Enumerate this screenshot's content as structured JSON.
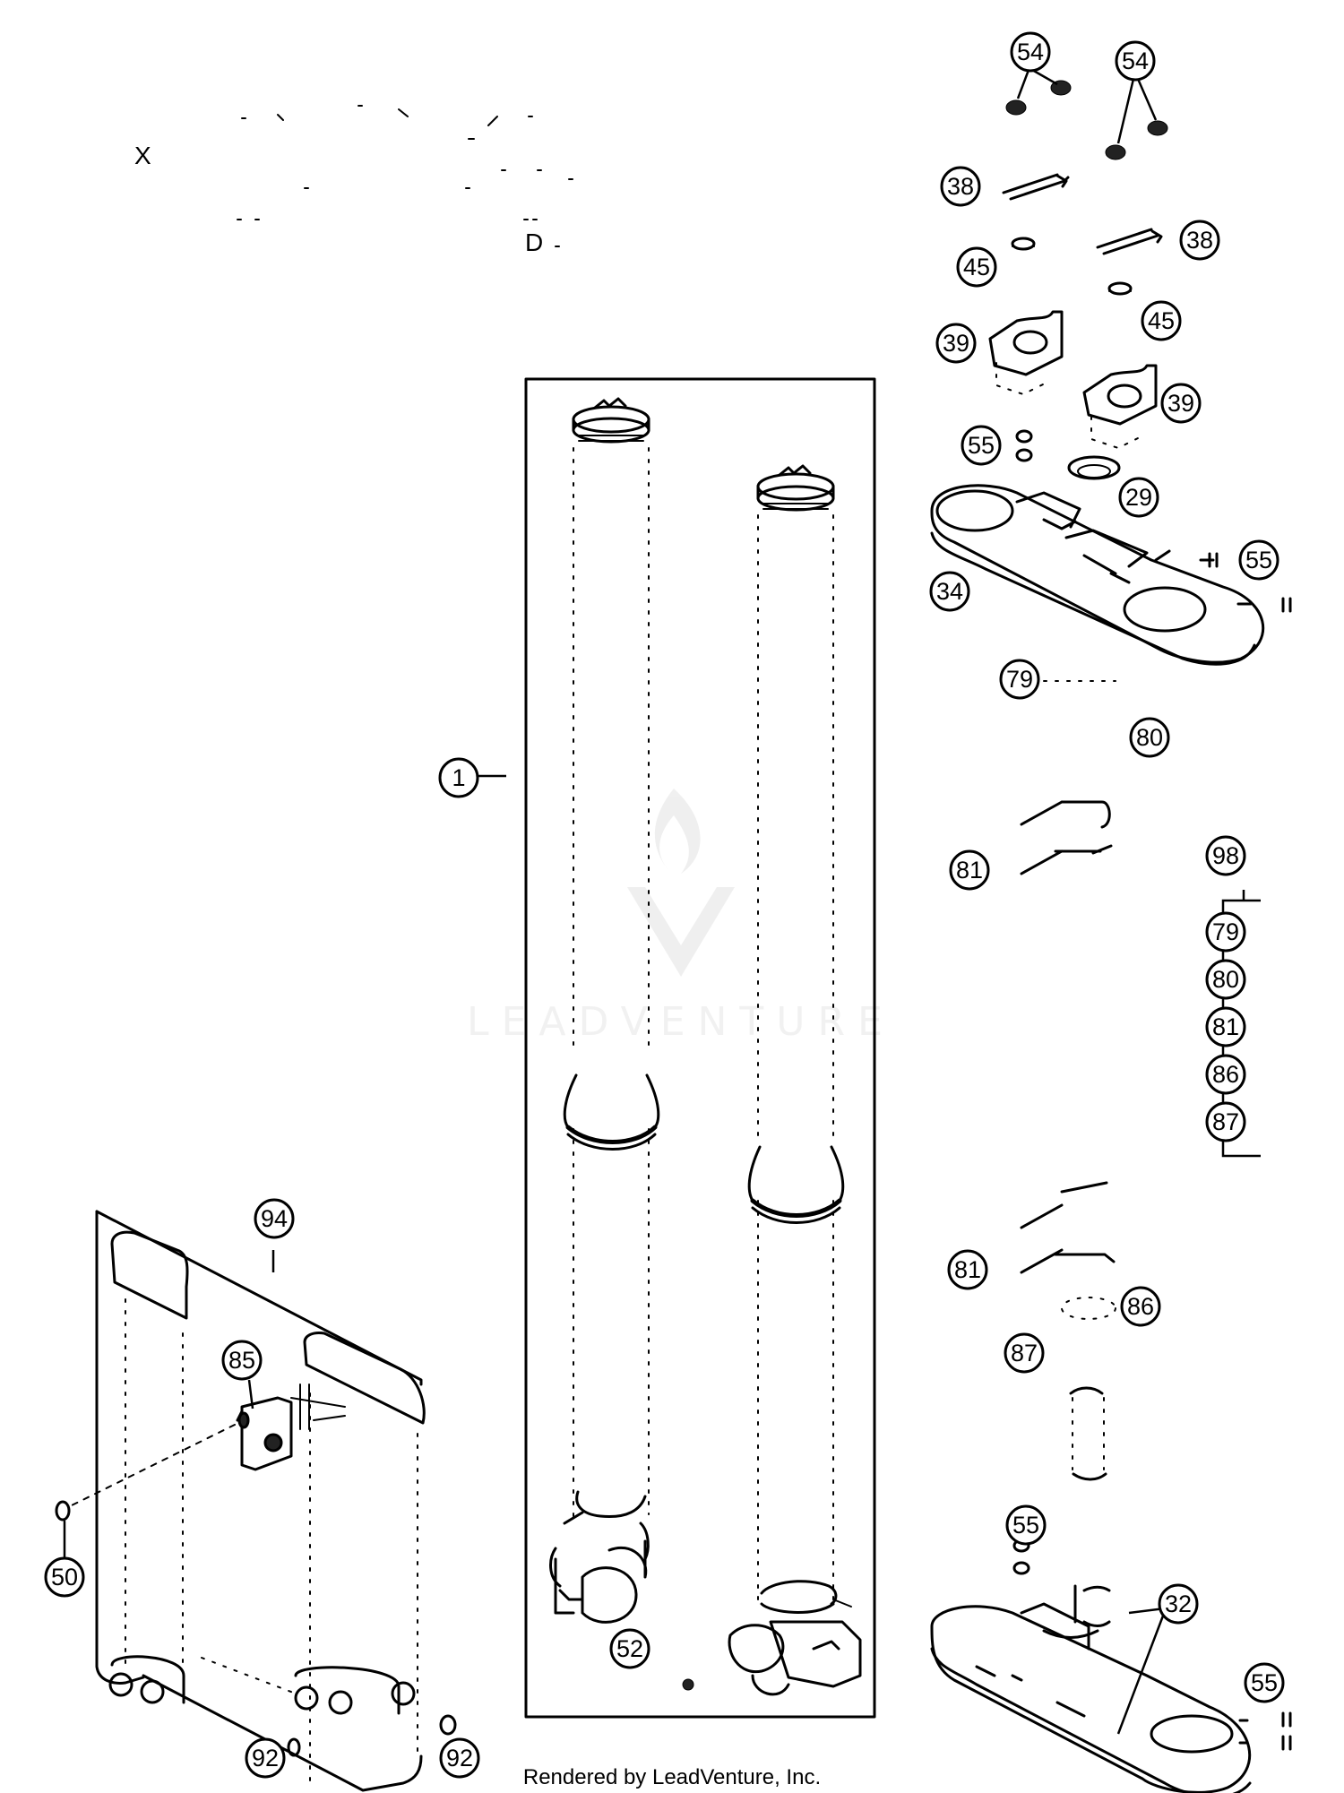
{
  "caption": "Rendered by LeadVenture, Inc.",
  "watermark": {
    "text": "LEADVENTURE"
  },
  "stray_marks": {
    "x_mark": "X",
    "d_mark": "D"
  },
  "callouts": [
    {
      "label": "54"
    },
    {
      "label": "54"
    },
    {
      "label": "38"
    },
    {
      "label": "38"
    },
    {
      "label": "45"
    },
    {
      "label": "45"
    },
    {
      "label": "39"
    },
    {
      "label": "39"
    },
    {
      "label": "55"
    },
    {
      "label": "29"
    },
    {
      "label": "55"
    },
    {
      "label": "34"
    },
    {
      "label": "79"
    },
    {
      "label": "80"
    },
    {
      "label": "81"
    },
    {
      "label": "98"
    },
    {
      "label": "79"
    },
    {
      "label": "80"
    },
    {
      "label": "81"
    },
    {
      "label": "86"
    },
    {
      "label": "87"
    },
    {
      "label": "1"
    },
    {
      "label": "94"
    },
    {
      "label": "85"
    },
    {
      "label": "50"
    },
    {
      "label": "52"
    },
    {
      "label": "92"
    },
    {
      "label": "92"
    },
    {
      "label": "81"
    },
    {
      "label": "86"
    },
    {
      "label": "87"
    },
    {
      "label": "55"
    },
    {
      "label": "32"
    },
    {
      "label": "55"
    }
  ]
}
